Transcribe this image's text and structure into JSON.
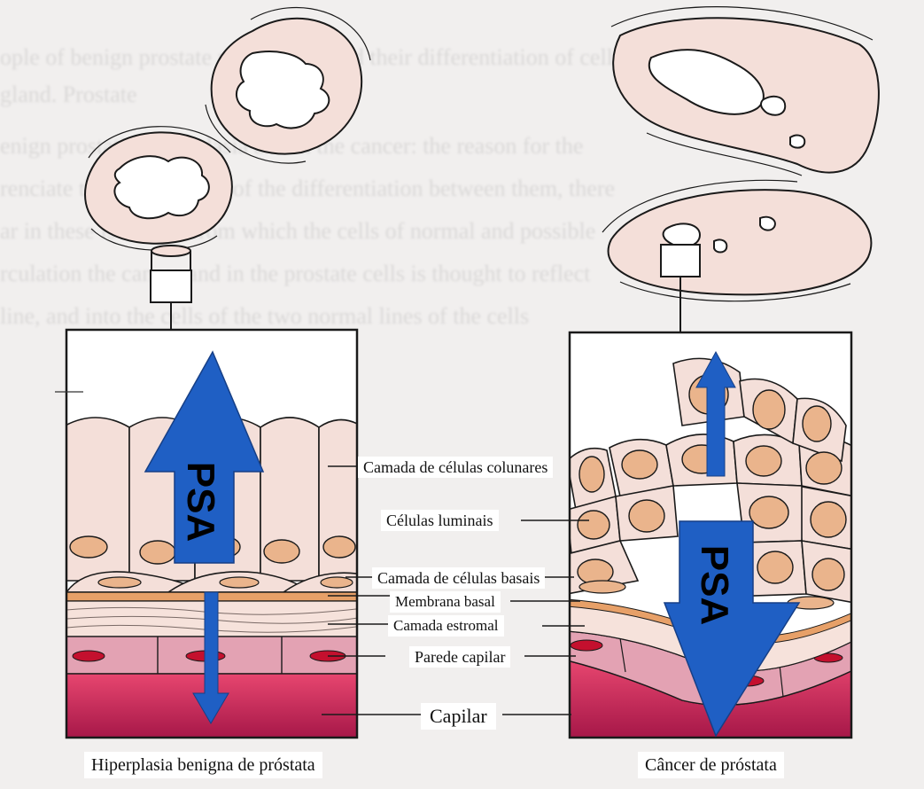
{
  "labels": {
    "columnar": "Camada de células colunares",
    "luminal": "Células luminais",
    "basal_cells": "Camada de células basais",
    "basement_membrane": "Membrana basal",
    "stromal": "Camada estromal",
    "capillary_wall": "Parede capilar",
    "capillary": "Capilar"
  },
  "arrows": {
    "left_text": "PSA",
    "right_text": "PSA"
  },
  "captions": {
    "left": "Hiperplasia benigna de próstata",
    "right": "Câncer de próstata"
  },
  "background_lines": [
    "ople of benign prostate malignancy and their differentiation of cells in the",
    "        gland. Prostate",
    "enign prostatic hyperplasia and in the cancer: the reason for the",
    "renciate the normal lines of the differentiation between them, there",
    "ar in these is a point from which the cells of normal and possible",
    "rculation the cancer and in the prostate cells is thought to reflect",
    "line, and into the cells of the two normal lines of the cells"
  ],
  "colors": {
    "psa_arrow": "#1f5fc4",
    "cell_fill": "#f4dfd9",
    "nucleus": "#eab48c",
    "basement_membrane": "#e7a068",
    "capillary": "#c9245a",
    "capillary_wall": "#e3a2b3",
    "wall_nucleus": "#c4102e"
  }
}
